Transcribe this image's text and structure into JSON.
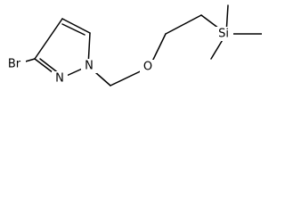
{
  "molecule": {
    "atoms": {
      "bromine": "Br",
      "n1": "N",
      "n2": "N",
      "oxygen": "O",
      "silicon": "Si"
    }
  },
  "colors": {
    "bond": "#000000",
    "text": "#000000",
    "background": "#ffffff"
  }
}
